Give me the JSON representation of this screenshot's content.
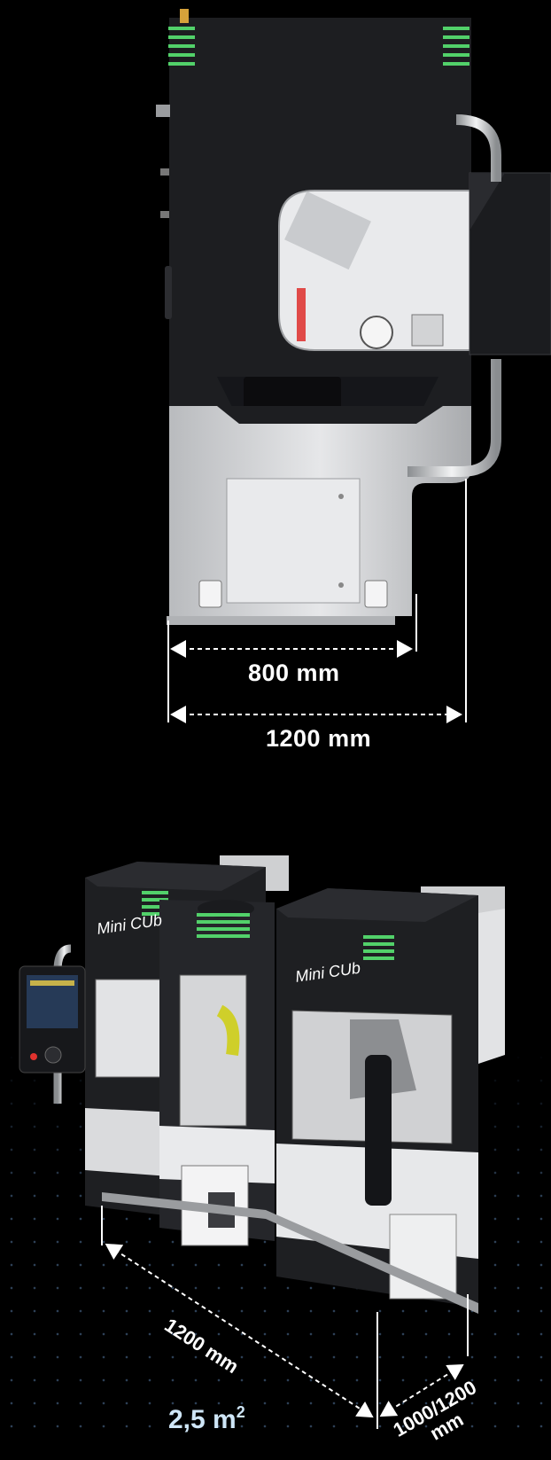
{
  "top_view": {
    "width_inner": "800 mm",
    "width_outer": "1200 mm"
  },
  "iso_view": {
    "brand_left": "Mini CUb",
    "brand_right": "Mini CUb",
    "depth_label": "1200 mm",
    "width_label_line1": "1000/1200",
    "width_label_line2": "mm",
    "area_value": "2,5 m",
    "area_superscript": "2"
  },
  "colors": {
    "accent_green": "#52d16a",
    "machine_dark": "#1e1f22",
    "machine_light": "#d9dadc",
    "background": "#000000",
    "area_text": "#cfe6f7"
  }
}
